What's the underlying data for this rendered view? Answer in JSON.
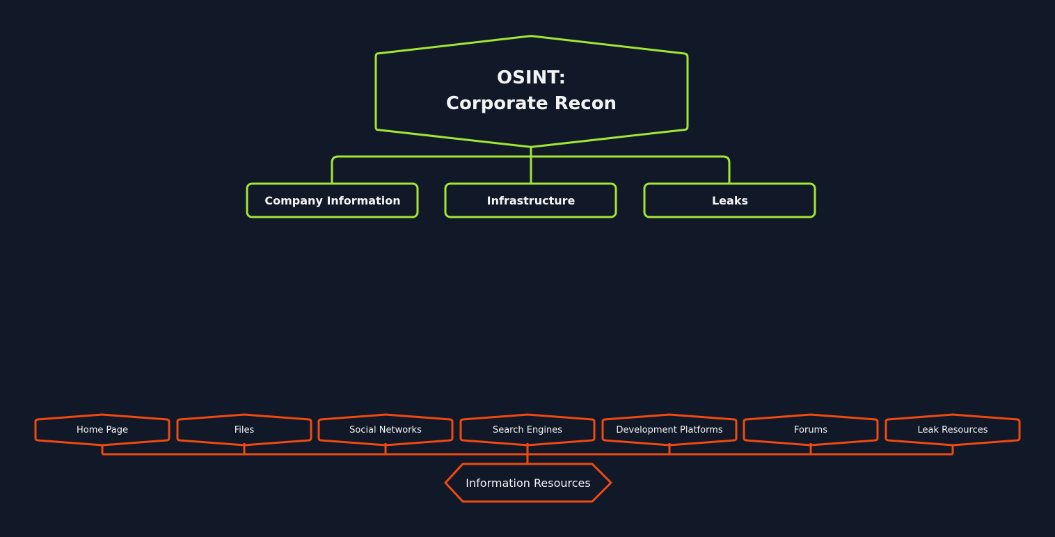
{
  "root": {
    "line1": "OSINT:",
    "line2": "Corporate Recon",
    "color": "#a3e635"
  },
  "topics": [
    {
      "label": "Company Information"
    },
    {
      "label": "Infrastructure"
    },
    {
      "label": "Leaks"
    }
  ],
  "resources_hub": {
    "label": "Information Resources",
    "color": "#f04a12"
  },
  "resources": [
    {
      "label": "Home Page"
    },
    {
      "label": "Files"
    },
    {
      "label": "Social Networks"
    },
    {
      "label": "Search Engines"
    },
    {
      "label": "Development Platforms"
    },
    {
      "label": "Forums"
    },
    {
      "label": "Leak Resources"
    }
  ],
  "background": "#111827"
}
